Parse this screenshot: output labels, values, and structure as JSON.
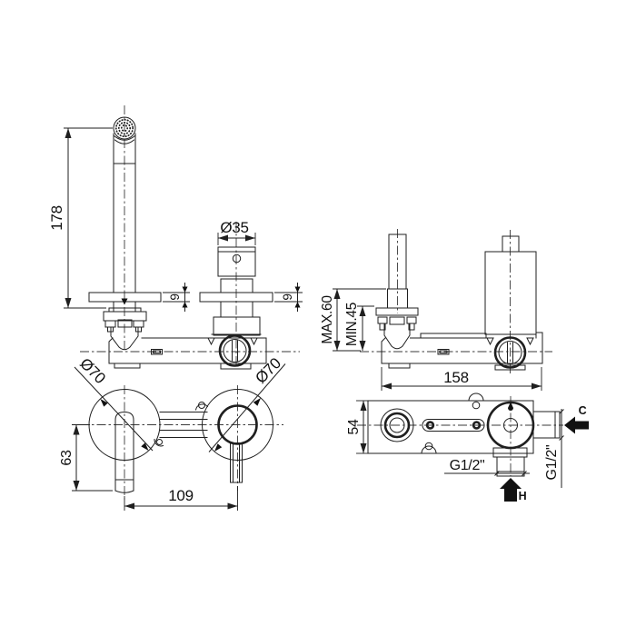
{
  "drawing": {
    "front_view": {
      "spout_height": "178",
      "handle_diameter": "Ø35",
      "spout_plate_thickness": "9",
      "handle_plate_thickness": "9"
    },
    "side_view": {
      "max_wall_depth": "MAX.60",
      "min_wall_depth": "MIN.45",
      "body_length": "158"
    },
    "face_view": {
      "spout_escutcheon_diameter": "Ø70",
      "handle_escutcheon_diameter": "Ø70",
      "spout_drop": "63",
      "centre_distance": "109"
    },
    "plan_view": {
      "body_height": "54",
      "hot_inlet_thread": "G1/2\"",
      "cold_inlet_thread": "G1/2\"",
      "cold_label": "C",
      "hot_label": "H"
    }
  }
}
